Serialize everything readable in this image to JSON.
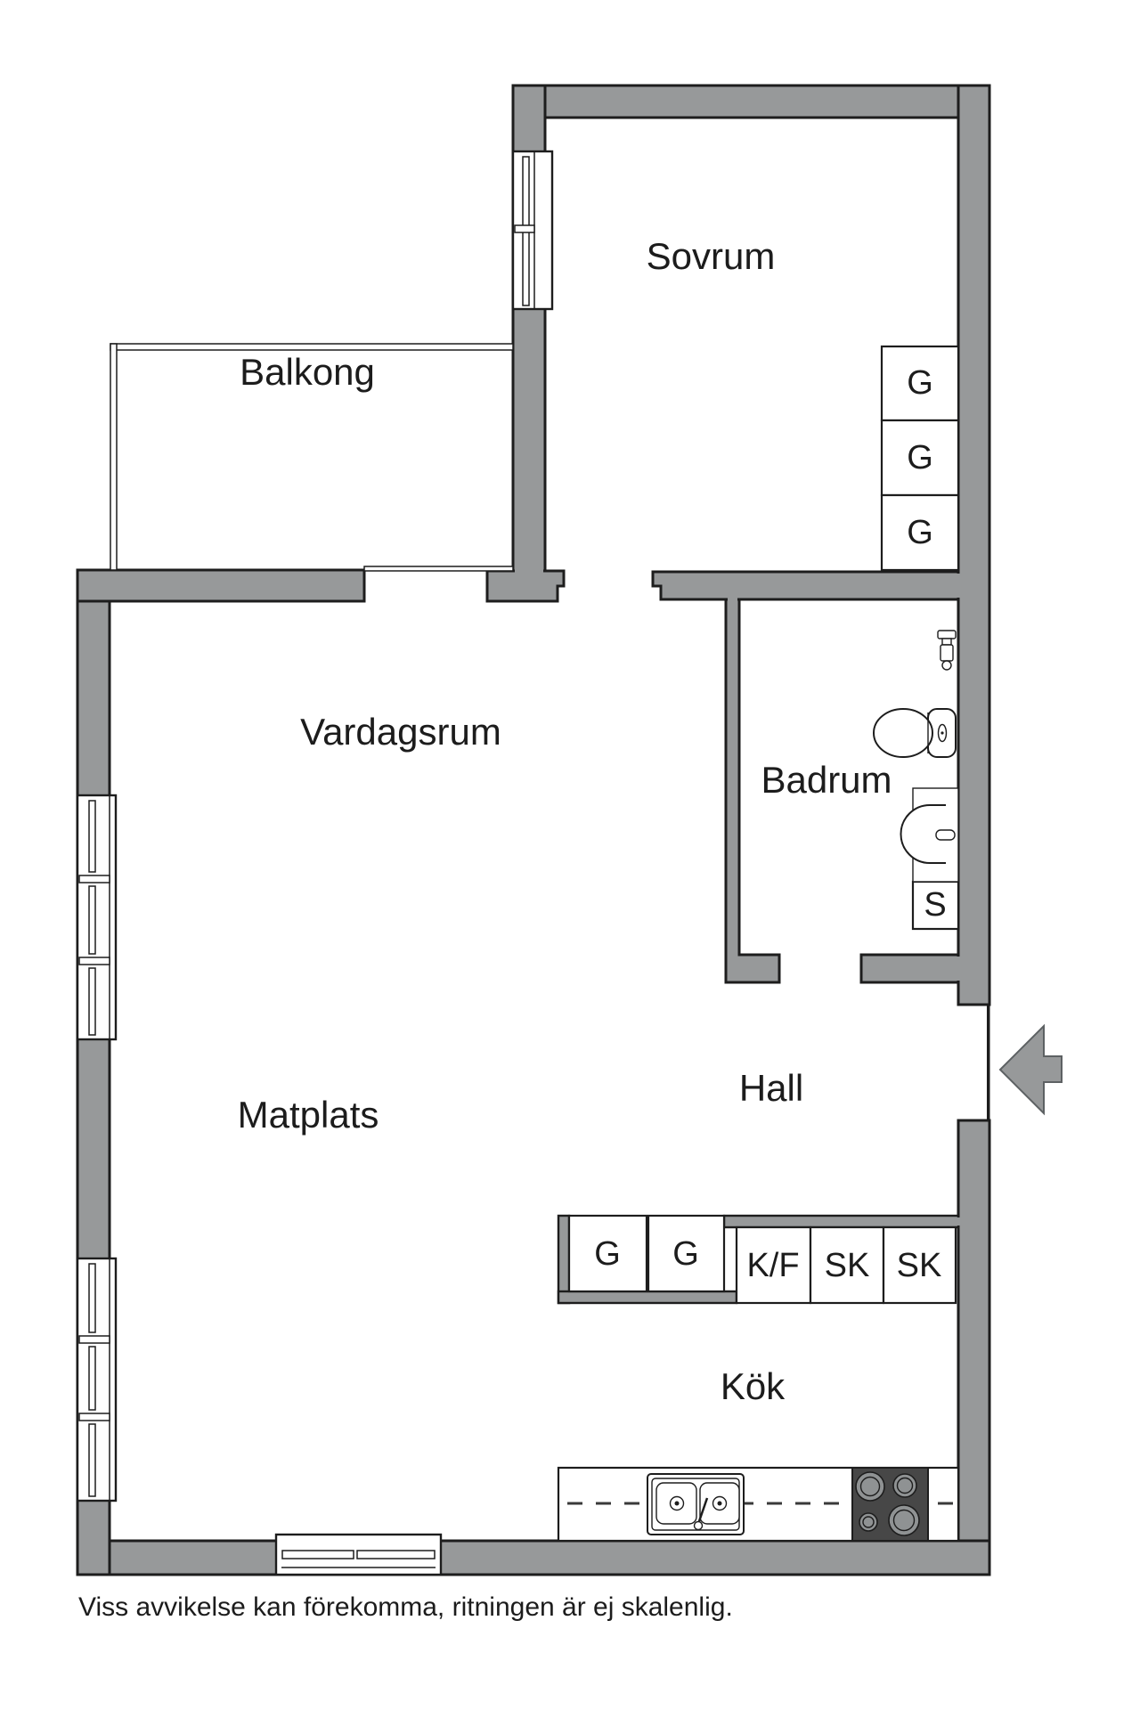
{
  "disclaimer": "Viss avvikelse kan förekomma, ritningen är ej skalenlig.",
  "colors": {
    "background": "#ffffff",
    "wall": "#97999a",
    "outline": "#1d1d1d",
    "stove": "#474747",
    "burner": "#8f9293",
    "text": "#1c1c1c",
    "arrow_outline": "#5d6163"
  },
  "rooms": {
    "balcony": {
      "label": "Balkong"
    },
    "bedroom": {
      "label": "Sovrum",
      "wardrobes": [
        "G",
        "G",
        "G"
      ]
    },
    "living_room": {
      "label": "Vardagsrum"
    },
    "bathroom": {
      "label": "Badrum",
      "cleaning_cabinet": "S",
      "fixtures": [
        "toilet-icon",
        "washbasin-icon",
        "shower-mixer-icon"
      ]
    },
    "hall": {
      "label": "Hall",
      "wardrobes": [
        "G",
        "G"
      ]
    },
    "dining": {
      "label": "Matplats"
    },
    "kitchen": {
      "label": "Kök",
      "cabinets": [
        "K/F",
        "SK",
        "SK"
      ],
      "fixtures": [
        "kitchen-sink-icon",
        "stove-icon"
      ]
    }
  },
  "entrance": {
    "icon": "entrance-arrow"
  }
}
